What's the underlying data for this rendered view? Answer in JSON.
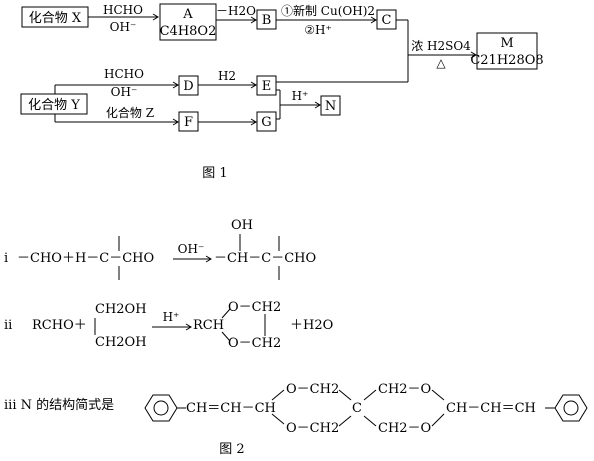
{
  "figure1": {
    "caption": "图 1",
    "compound_x": "化合物 X",
    "compound_y": "化合物 Y",
    "box_a_label": "A",
    "box_a_formula": "C4H8O2",
    "box_b": "B",
    "box_c": "C",
    "box_d": "D",
    "box_e": "E",
    "box_f": "F",
    "box_g": "G",
    "box_n": "N",
    "box_m_label": "M",
    "box_m_formula": "C21H28O8",
    "reagent_hcho": "HCHO",
    "reagent_oh": "OH⁻",
    "reagent_minus_h2o": "－H2O",
    "reagent_cuoh2": "①新制 Cu(OH)2",
    "reagent_h_plus_2": "②H⁺",
    "reagent_conc_h2so4": "浓 H2SO4",
    "reagent_delta": "△",
    "reagent_h2": "H2",
    "reagent_h_plus": "H⁺",
    "reagent_compound_z": "化合物 Z"
  },
  "figure2": {
    "caption": "图 2",
    "item_i": {
      "numeral": "i",
      "left": "－CHO＋H－C－CHO",
      "catalyst": "OH⁻",
      "oh": "OH",
      "product": "－CH－C－CHO"
    },
    "item_ii": {
      "numeral": "ii",
      "rcho": "RCHO＋",
      "ch2oh_top": "CH2OH",
      "ch2oh_bottom": "CH2OH",
      "catalyst": "H⁺",
      "o_top": "O－CH2",
      "rch": "RCH",
      "o_bottom": "O－CH2",
      "plus_h2o": "＋H2O"
    },
    "item_iii": {
      "prefix": "iii N 的结构简式是",
      "chain_left": "CH＝CH－CH",
      "o_ch2_top": "O－CH2",
      "o_ch2_bottom": "O－CH2",
      "center_c": "C",
      "ch2_o_top": "CH2－O",
      "ch2_o_bottom": "CH2－O",
      "chain_right": "CH－CH＝CH"
    }
  }
}
